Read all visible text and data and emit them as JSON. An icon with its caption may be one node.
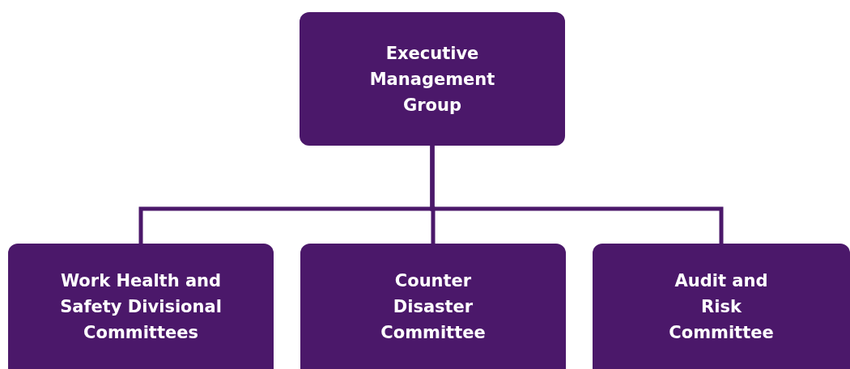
{
  "diagram": {
    "nodes": [
      {
        "text": [
          "Executive Management Group"
        ]
      },
      {
        "text": [
          "Work Health and Safety Divisional Committees"
        ]
      },
      {
        "text": [
          "Counter Disaster Committee"
        ]
      },
      {
        "text": [
          "Audit and Risk Committee"
        ]
      }
    ],
    "edges": [
      {
        "from": 0,
        "to": 1,
        "arrow": "none"
      },
      {
        "from": 0,
        "to": 2,
        "arrow": "none"
      },
      {
        "from": 0,
        "to": 3,
        "arrow": "none"
      }
    ]
  }
}
